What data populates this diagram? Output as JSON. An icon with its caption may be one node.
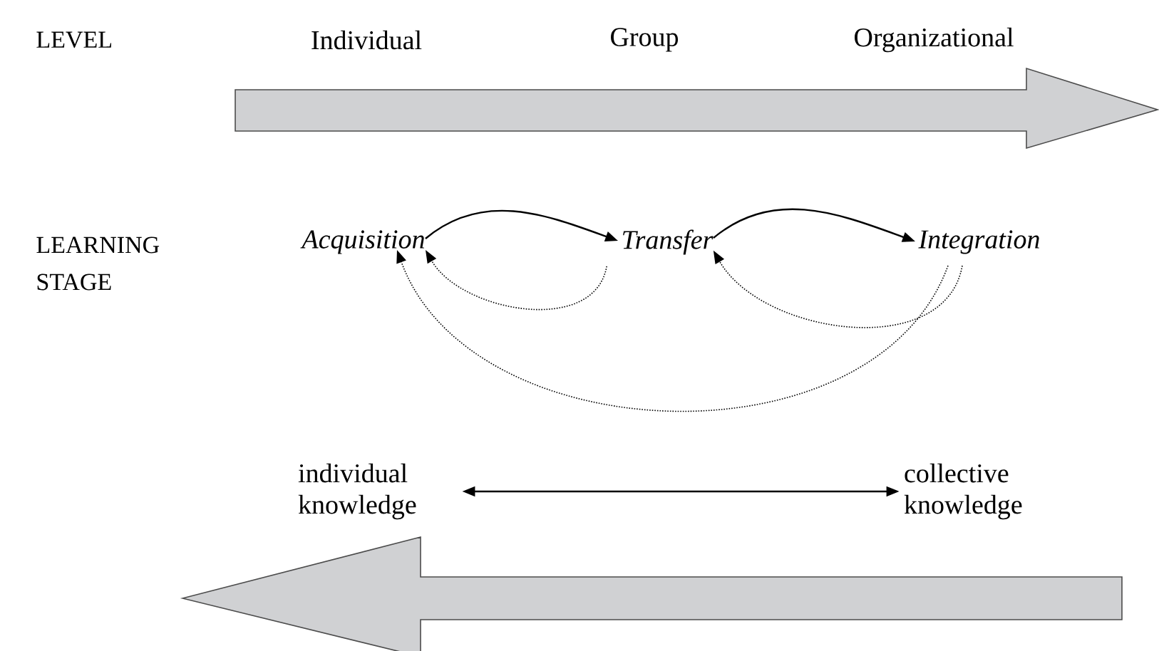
{
  "diagram": {
    "nodes": [
      {
        "text": [
          "Acquisition"
        ]
      },
      {
        "text": [
          "Transfer"
        ]
      },
      {
        "text": [
          "Integration"
        ]
      },
      {
        "text": [
          "individual knowledge"
        ]
      },
      {
        "text": [
          "collective knowledge"
        ]
      }
    ],
    "edges": [
      {
        "from": 0,
        "to": 1,
        "arrow": "to"
      },
      {
        "from": 1,
        "to": 0,
        "arrow": "to",
        "style": "dashed"
      },
      {
        "from": 1,
        "to": 2,
        "arrow": "to"
      },
      {
        "from": 2,
        "to": 1,
        "arrow": "to",
        "style": "dashed"
      },
      {
        "from": 2,
        "to": 0,
        "arrow": "to",
        "style": "dashed"
      },
      {
        "from": 3,
        "to": 4,
        "arrow": "both"
      }
    ],
    "labels": [
      "LEVEL",
      "Individual",
      "Group",
      "Organizational",
      "LEARNING STAGE"
    ]
  }
}
